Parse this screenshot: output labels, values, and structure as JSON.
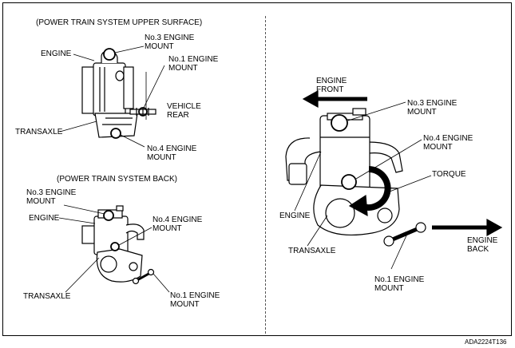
{
  "upper_surface": {
    "title": "(POWER TRAIN SYSTEM UPPER SURFACE)",
    "engine": "ENGINE",
    "mount3": "No.3 ENGINE\nMOUNT",
    "mount1": "No.1 ENGINE\nMOUNT",
    "vehicle_rear": "VEHICLE\nREAR",
    "transaxle": "TRANSAXLE",
    "mount4": "No.4 ENGINE\nMOUNT"
  },
  "back_view": {
    "title": "(POWER TRAIN SYSTEM BACK)",
    "mount3": "No.3 ENGINE\nMOUNT",
    "engine": "ENGINE",
    "mount4": "No.4 ENGINE\nMOUNT",
    "transaxle": "TRANSAXLE",
    "mount1": "No.1 ENGINE\nMOUNT"
  },
  "torque_view": {
    "engine_front": "ENGINE\nFRONT",
    "mount3": "No.3 ENGINE\nMOUNT",
    "mount4": "No.4 ENGINE\nMOUNT",
    "torque": "TORQUE",
    "engine": "ENGINE",
    "transaxle": "TRANSAXLE",
    "engine_back": "ENGINE\nBACK",
    "mount1": "No.1 ENGINE\nMOUNT"
  },
  "figure_code": "ADA2224T136"
}
